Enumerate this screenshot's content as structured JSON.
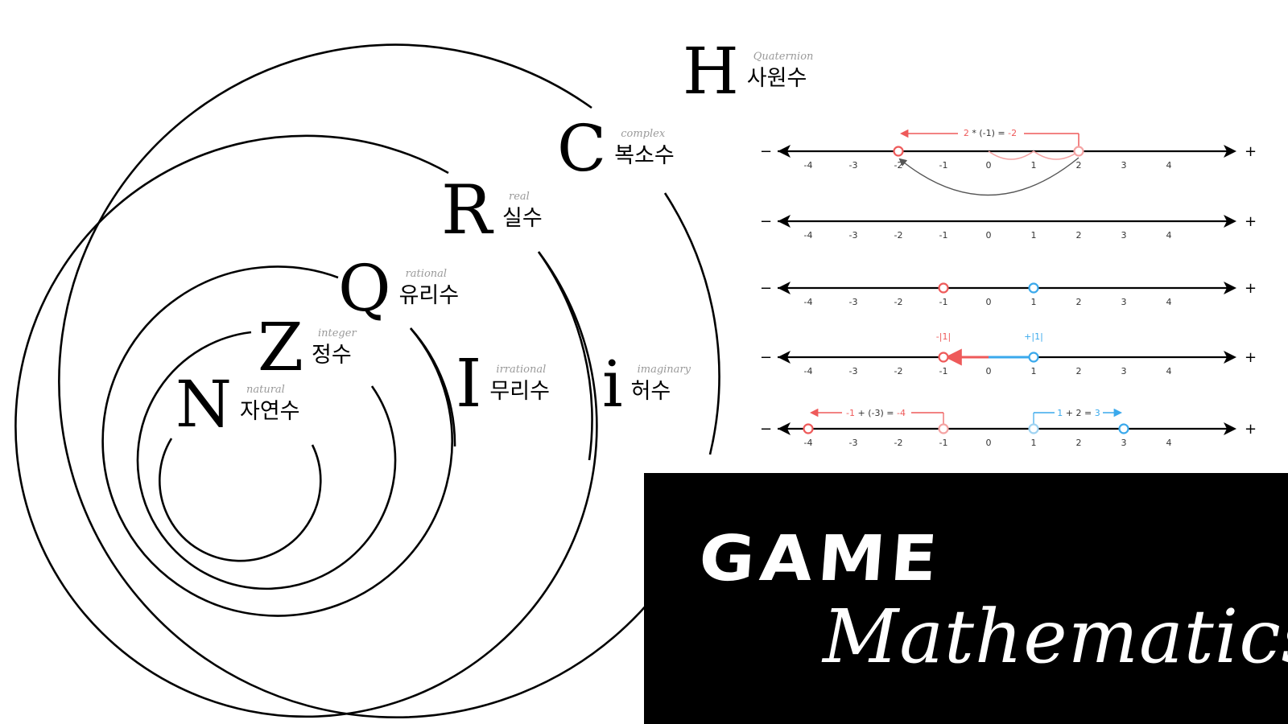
{
  "sets": [
    {
      "id": "N",
      "letter": "N",
      "name_en": "natural",
      "name_ko": "자연수"
    },
    {
      "id": "Z",
      "letter": "Z",
      "name_en": "integer",
      "name_ko": "정수"
    },
    {
      "id": "Q",
      "letter": "Q",
      "name_en": "rational",
      "name_ko": "유리수"
    },
    {
      "id": "R",
      "letter": "R",
      "name_en": "real",
      "name_ko": "실수"
    },
    {
      "id": "C",
      "letter": "C",
      "name_en": "complex",
      "name_ko": "복소수"
    },
    {
      "id": "H",
      "letter": "H",
      "name_en": "Quaternion",
      "name_ko": "사원수"
    },
    {
      "id": "I",
      "letter": "I",
      "name_en": "irrational",
      "name_ko": "무리수"
    },
    {
      "id": "i",
      "letter": "i",
      "name_en": "imaginary",
      "name_ko": "허수"
    }
  ],
  "number_lines": {
    "minus_sign": "−",
    "plus_sign": "+",
    "ticks": [
      "-4",
      "-3",
      "-2",
      "-1",
      "0",
      "1",
      "2",
      "3",
      "4"
    ],
    "line1": {
      "formula_parts": [
        "2",
        " * (-1) = ",
        "-2"
      ]
    },
    "line4": {
      "neg_label": "-|1|",
      "pos_label": "+|1|"
    },
    "line5": {
      "neg_parts": [
        "-1",
        " + (-3) = ",
        "-4"
      ],
      "pos_parts": [
        "1",
        " + 2 = ",
        "3"
      ]
    }
  },
  "colors": {
    "red": "#ee5a5a",
    "light_red": "#f4a3a3",
    "blue": "#3aa9ec",
    "light_blue": "#9fd3f2",
    "gray": "#555555",
    "black": "#000000"
  },
  "title": {
    "line1": "GAME",
    "line2": "Mathematics"
  }
}
